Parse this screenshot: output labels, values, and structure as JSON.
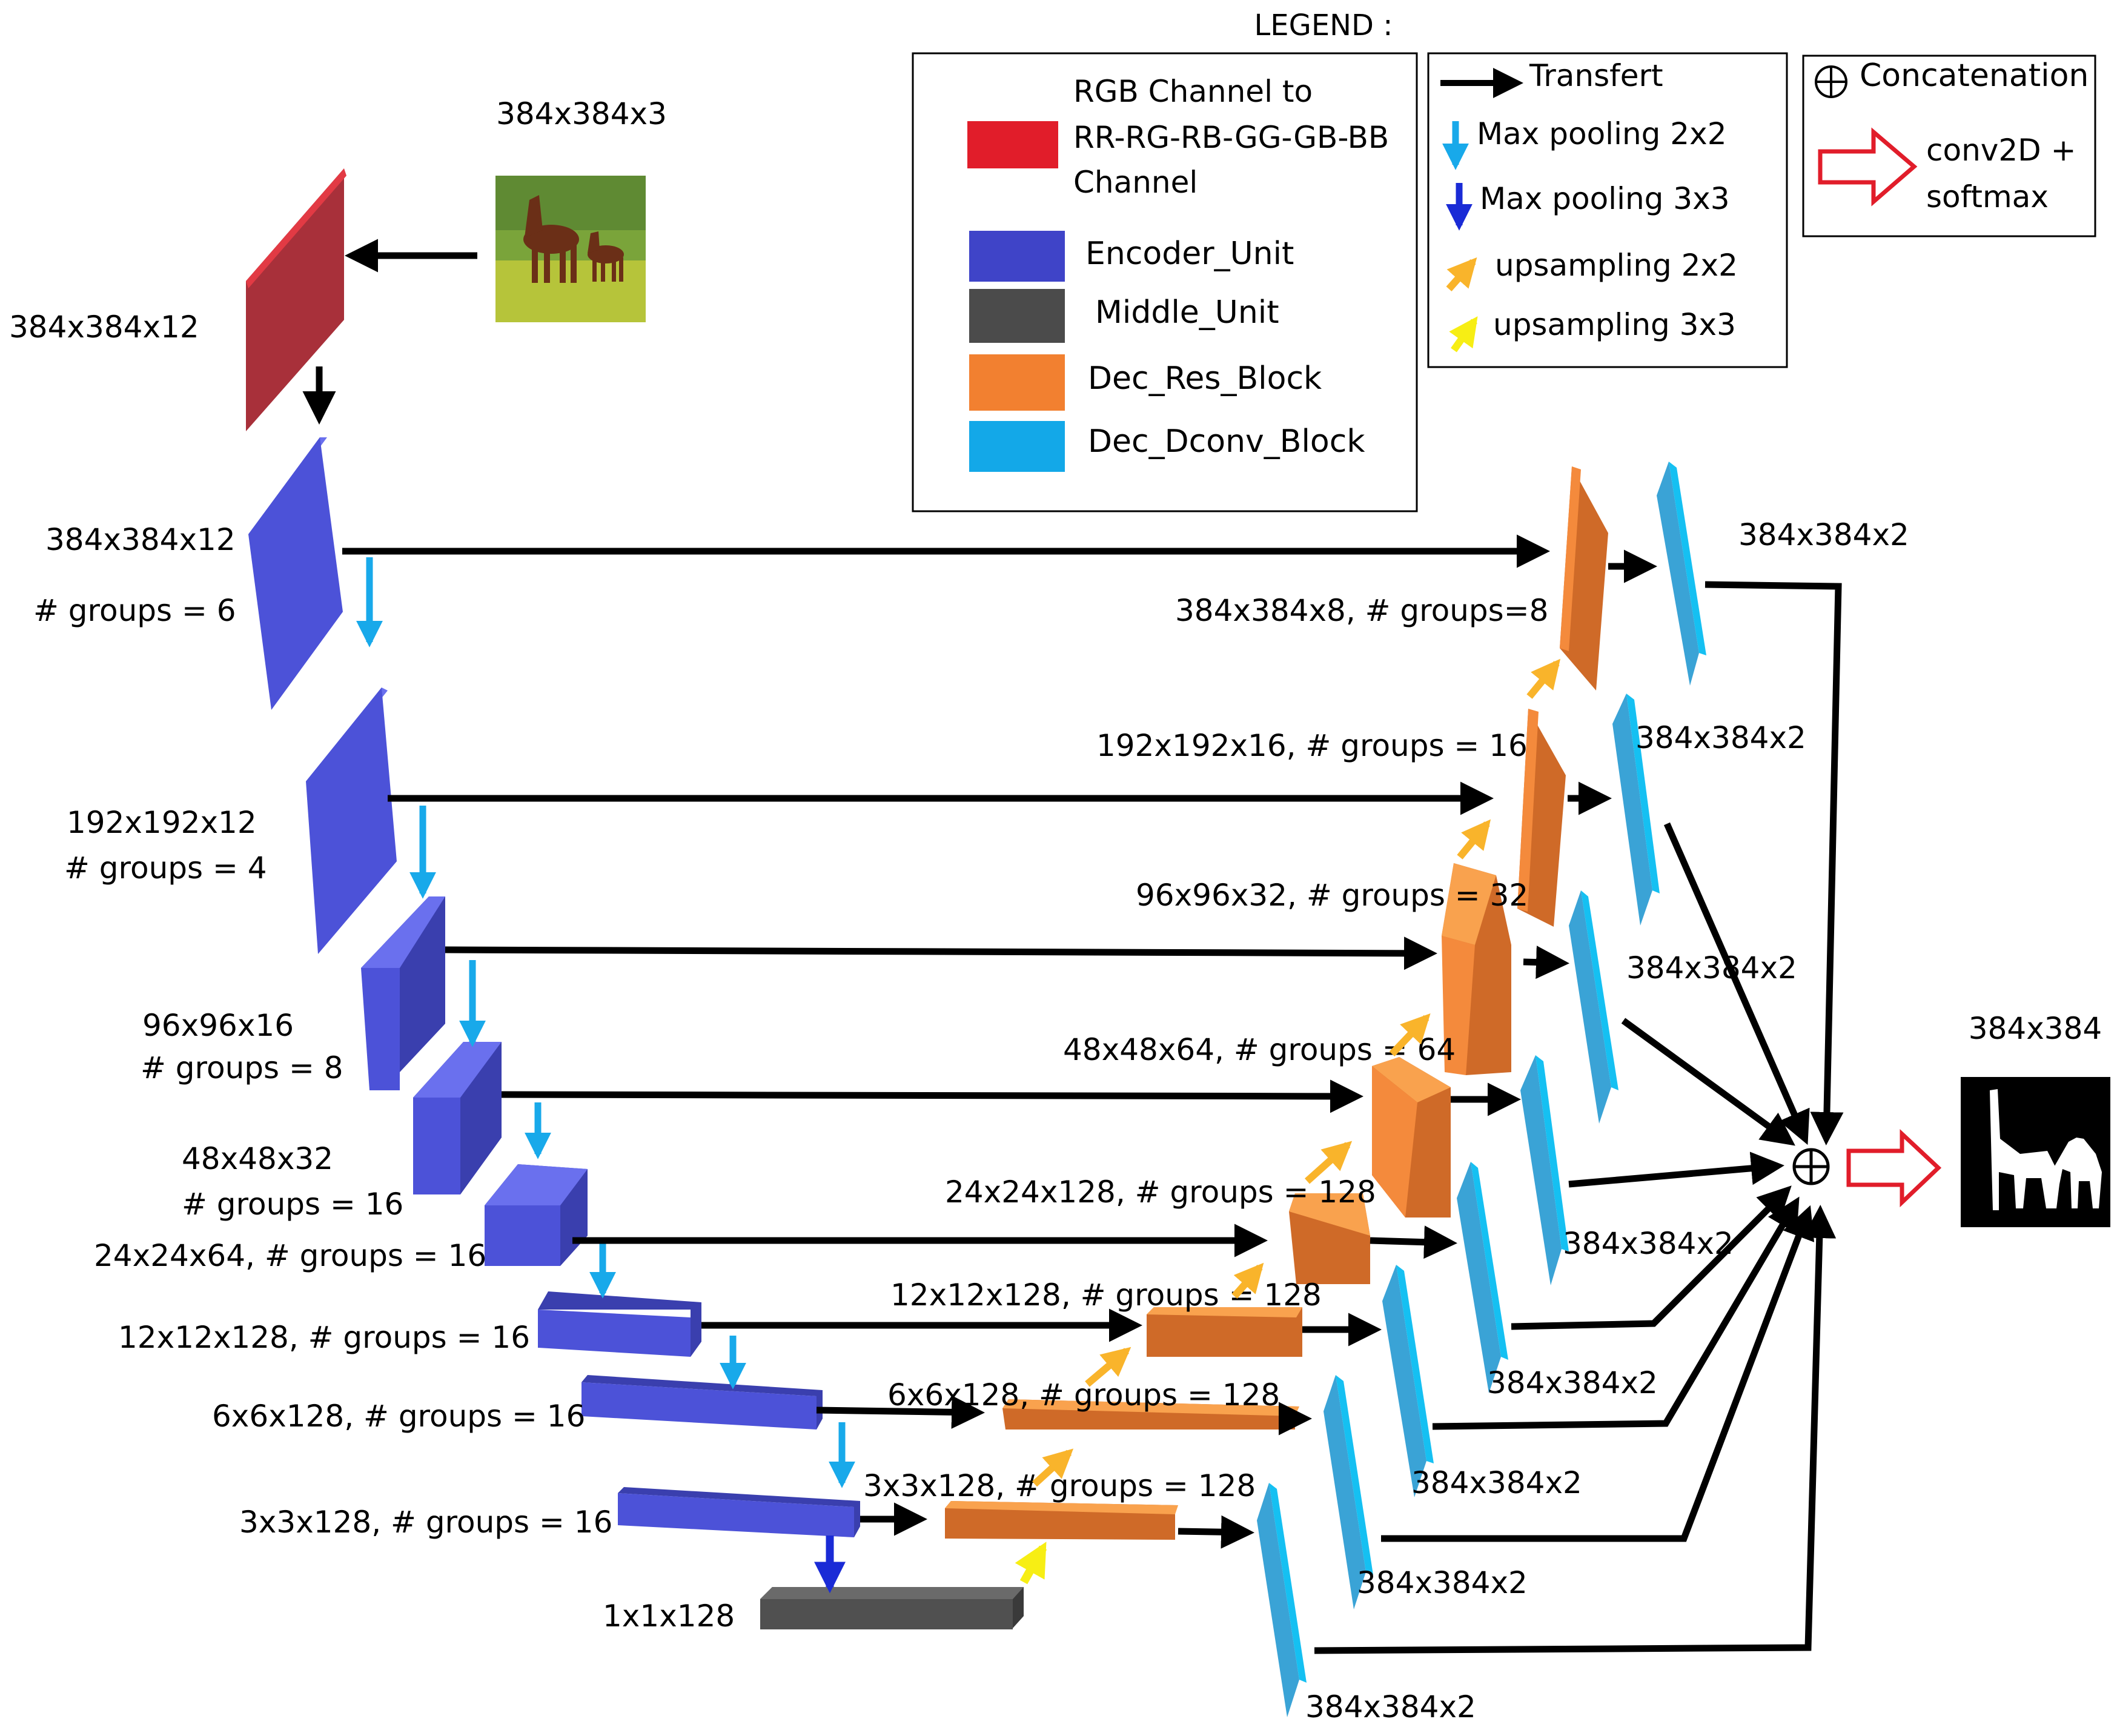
{
  "legend": {
    "title": "LEGEND :",
    "box1": [
      {
        "label": "RGB Channel to",
        "label2": "RR-RG-RB-GG-GB-BB",
        "label3": "Channel",
        "color": "#e11d2a"
      },
      {
        "label": "Encoder_Unit",
        "color": "#3f44c8"
      },
      {
        "label": "Middle_Unit",
        "color": "#4b4b4b"
      },
      {
        "label": "Dec_Res_Block",
        "color": "#f28030"
      },
      {
        "label": "Dec_Dconv_Block",
        "color": "#13a8e8"
      }
    ],
    "box2": [
      {
        "label": "Transfert",
        "icon": "black-arrow-icon"
      },
      {
        "label": "Max pooling 2x2",
        "icon": "cyan-down-arrow-icon"
      },
      {
        "label": "Max pooling 3x3",
        "icon": "blue-down-arrow-icon"
      },
      {
        "label": "upsampling 2x2",
        "icon": "orange-up-arrow-icon"
      },
      {
        "label": "upsampling 3x3",
        "icon": "yellow-up-arrow-icon"
      }
    ],
    "box3": {
      "concat": "Concatenation",
      "conv1": "conv2D +",
      "conv2": "softmax"
    }
  },
  "input": {
    "label": "384x384x3"
  },
  "rgb_block": {
    "label": "384x384x12"
  },
  "encoder": [
    {
      "line1": "384x384x12",
      "line2": "# groups = 6"
    },
    {
      "line1": "192x192x12",
      "line2": "# groups = 4"
    },
    {
      "line1": "96x96x16",
      "line2": "# groups = 8"
    },
    {
      "line1": "48x48x32",
      "line2": "# groups = 16"
    },
    {
      "line1": "24x24x64, # groups = 16"
    },
    {
      "line1": "12x12x128, # groups = 16"
    },
    {
      "line1": "6x6x128, # groups = 16"
    },
    {
      "line1": "3x3x128, # groups = 16"
    }
  ],
  "middle": {
    "label": "1x1x128"
  },
  "decoder_res": [
    "384x384x8,  # groups=8",
    "192x192x16, # groups = 16",
    "96x96x32, # groups = 32",
    "48x48x64, # groups = 64",
    "24x24x128, # groups = 128",
    "12x12x128, # groups = 128",
    "6x6x128, # groups = 128",
    "3x3x128, # groups = 128"
  ],
  "decoder_dconv": [
    "384x384x2",
    "384x384x2",
    "384x384x2",
    "384x384x2",
    "384x384x2",
    "384x384x2",
    "384x384x2",
    "384x384x2"
  ],
  "output": {
    "label": "384x384"
  },
  "colors": {
    "encoder": "#4c52d8",
    "encoder_dark": "#3a3fae",
    "rgb": "#b0313a",
    "middle": "#4d4d4d",
    "res": "#f48a3c",
    "res_dark": "#cf6a28",
    "dconv": "#3aa3d6",
    "dconv_dark": "#2a86b8",
    "pool2": "#18a9ea",
    "pool3": "#1a2bd6",
    "up2": "#f9b42b",
    "up3": "#f7ee14"
  }
}
